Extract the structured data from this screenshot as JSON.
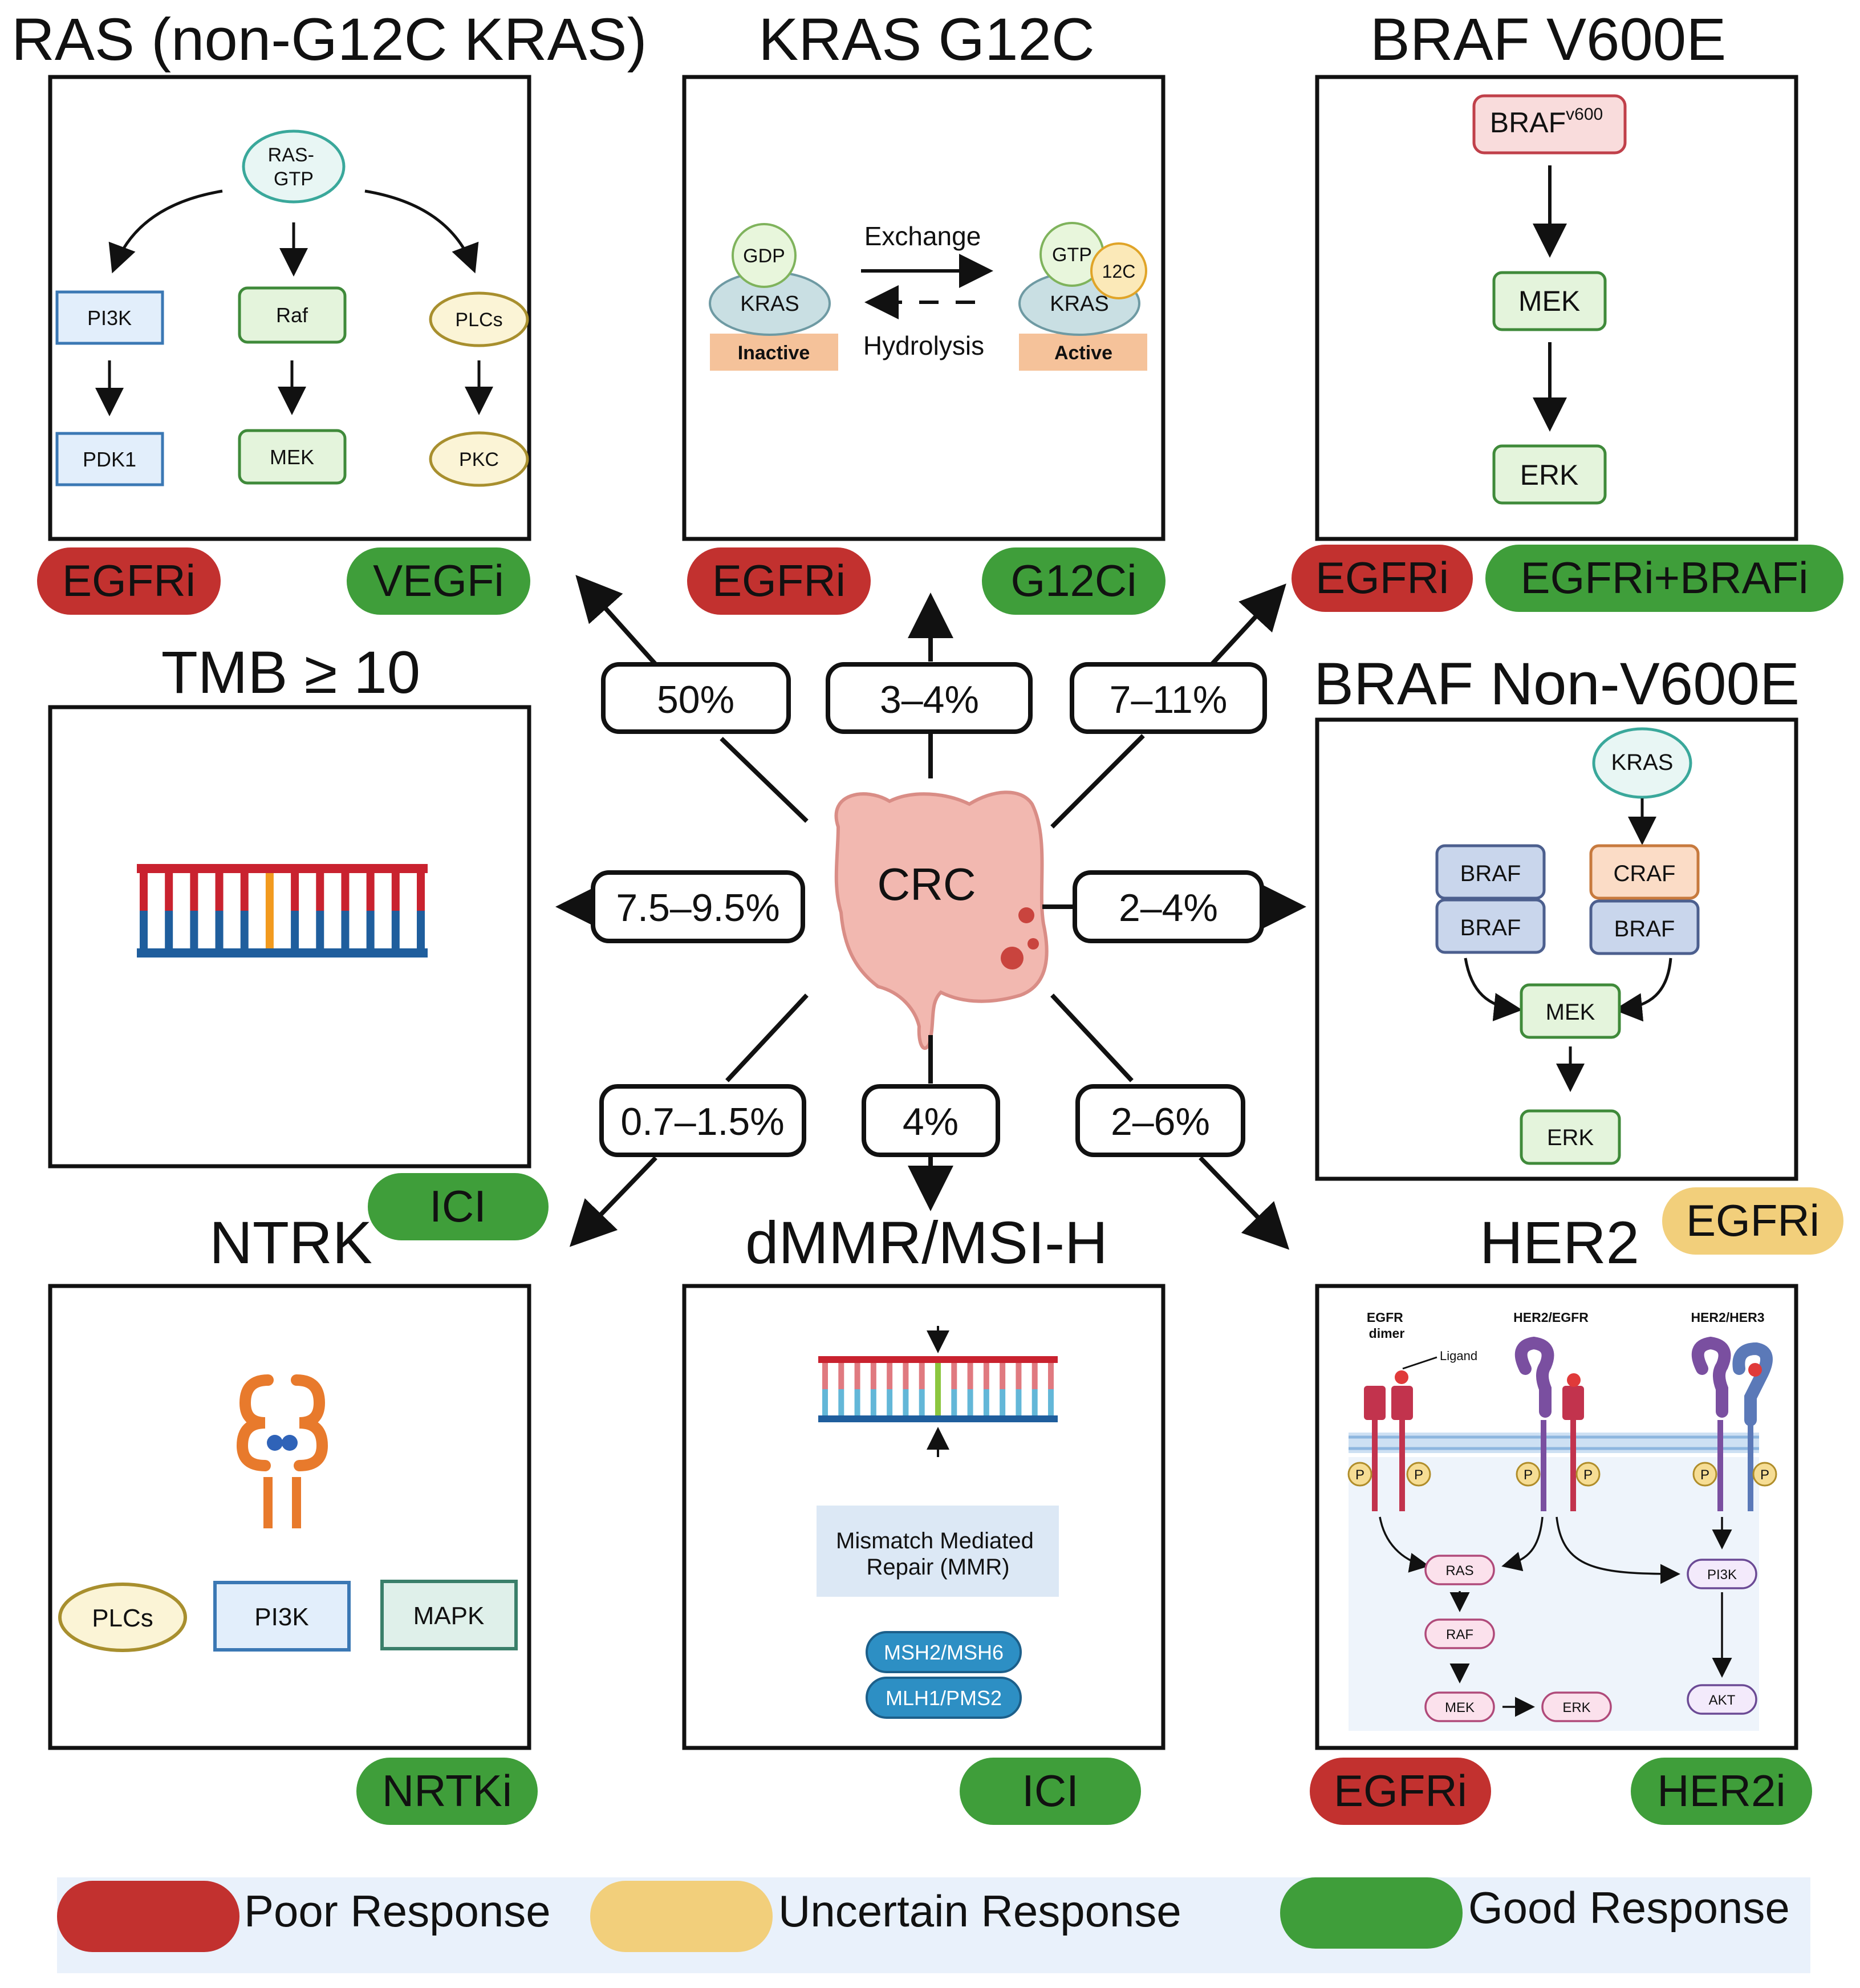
{
  "colors": {
    "poor": "#c2312f",
    "uncertain": "#f2cf7b",
    "good": "#3f9e3a",
    "legend_bg": "#e9f1fb",
    "green_node_fill": "#e4f4dc",
    "green_node_stroke": "#3f8a3a",
    "blue_node_fill": "#e2eefb",
    "blue_node_stroke": "#3b78b4",
    "yellow_node_fill": "#fbf4d6",
    "yellow_node_stroke": "#a88f2e",
    "red_node_fill": "#f9dcdc",
    "red_node_stroke": "#c0404a",
    "orange_bar": "#f5c29a"
  },
  "center": {
    "label": "CRC",
    "icon": "colon-icon",
    "pct": {
      "ras": "50%",
      "kras_g12c": "3–4%",
      "braf_v600e": "7–11%",
      "tmb": "7.5–9.5%",
      "braf_non_v600e": "2–4%",
      "ntrk": "0.7–1.5%",
      "dmmr": "4%",
      "her2": "2–6%"
    }
  },
  "ras": {
    "title": "RAS (non-G12C KRAS)",
    "root": "RAS-\nGTP",
    "nodes": [
      "PI3K",
      "Raf",
      "PLCs",
      "PDK1",
      "MEK",
      "PKC"
    ],
    "badges": [
      "EGFRi",
      "VEGFi"
    ]
  },
  "kras": {
    "title": "KRAS G12C",
    "gdp": "GDP",
    "gtp": "GTP",
    "mut": "12C",
    "kras": "KRAS",
    "inactive": "Inactive",
    "active": "Active",
    "exchange": "Exchange",
    "hydrolysis": "Hydrolysis",
    "badges": [
      "EGFRi",
      "G12Ci"
    ]
  },
  "braf": {
    "title": "BRAF V600E",
    "top_main": "BRAF",
    "top_sup": "v600",
    "mek": "MEK",
    "erk": "ERK",
    "badges": [
      "EGFRi",
      "EGFRi+BRAFi"
    ]
  },
  "tmb": {
    "title": "TMB ≥ 10",
    "icon": "dna-icon",
    "badges": [
      "ICI"
    ]
  },
  "braf_non": {
    "title": "BRAF Non-V600E",
    "kras": "KRAS",
    "braf1": "BRAF",
    "braf2": "BRAF",
    "craf": "CRAF",
    "braf3": "BRAF",
    "mek": "MEK",
    "erk": "ERK",
    "badges": [
      "EGFRi"
    ]
  },
  "ntrk": {
    "title": "NTRK",
    "icon": "trk-receptor-icon",
    "nodes": [
      "PLCs",
      "PI3K",
      "MAPK"
    ],
    "badges": [
      "NRTKi"
    ]
  },
  "dmmr": {
    "title": "dMMR/MSI-H",
    "icon": "mismatch-dna-icon",
    "repair": "Mismatch Mediated\nRepair (MMR)",
    "pill1": "MSH2/MSH6",
    "pill2": "MLH1/PMS2",
    "badges": [
      "ICI"
    ]
  },
  "her2": {
    "title": "HER2",
    "col1": "EGFR\ndimer",
    "col2": "HER2/EGFR",
    "col3": "HER2/HER3",
    "ligand": "Ligand",
    "p": "P",
    "nodes": [
      "RAS",
      "RAF",
      "MEK",
      "ERK",
      "PI3K",
      "AKT"
    ],
    "badges": [
      "EGFRi",
      "HER2i"
    ]
  },
  "legend": {
    "poor": "Poor Response",
    "uncertain": "Uncertain Response",
    "good": "Good Response"
  }
}
